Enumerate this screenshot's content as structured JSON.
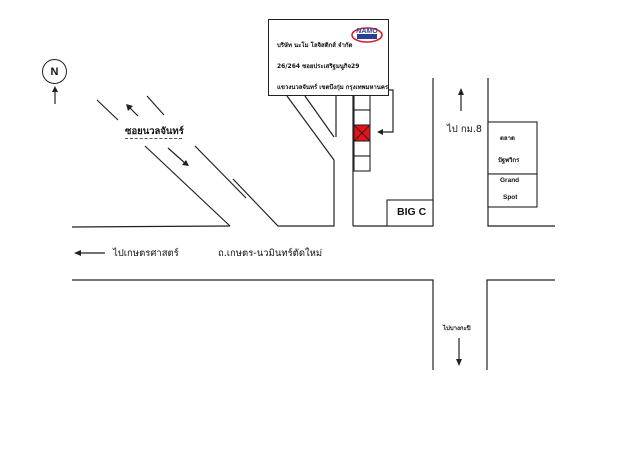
{
  "company_card": {
    "company_name": "บริษัท นะโม โลจิสติกส์ จำกัด",
    "address_line": "26/264 ซอยประเสริฐมนูกิจ29",
    "district_line": "แขวงนวลจันทร์ เขตบึงกุ่ม กรุงเทพมหานคร",
    "logo_text": "NAMO",
    "logo_subtext": "logistics"
  },
  "compass": {
    "label": "N"
  },
  "streets": {
    "soi_nuanchan": "ซอยนวลจันทร์",
    "main_road": "ถ.เกษตร-นวมินทร์ตัดใหม่",
    "to_kaset": "ไปเกษตรศาสตร์",
    "to_km8": "ไป  กม.8",
    "to_bangkapi": "ไปบางกะปิ"
  },
  "landmarks": {
    "big_c": "BIG C",
    "talad_line1": "ตลาด",
    "talad_line2": "ปัฐพวิกร",
    "grand_line1": "Grand",
    "grand_line2": "Spot"
  },
  "colors": {
    "destination_marker": "#e8121a",
    "logo_red": "#d0202a",
    "logo_blue": "#2a3f8f"
  }
}
